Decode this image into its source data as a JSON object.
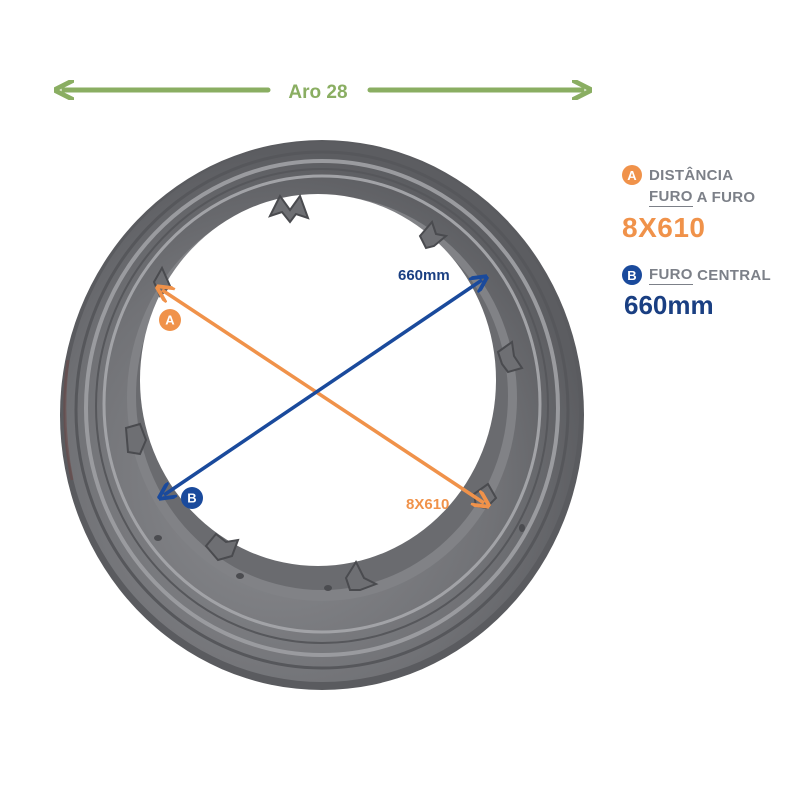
{
  "dimension": {
    "label": "Aro 28",
    "color": "#8aae62"
  },
  "diagram": {
    "marker_a": "A",
    "marker_b": "B",
    "label_b_line": "660mm",
    "label_a_line": "8X610",
    "color_a": "#f0924a",
    "color_b": "#1a4a9c"
  },
  "legend": {
    "a": {
      "marker": "A",
      "title_line1": "DISTÂNCIA",
      "title_line2_part1": "FURO",
      "title_line2_part2": " A FURO",
      "value": "8X610"
    },
    "b": {
      "marker": "B",
      "title_part1": "FURO",
      "title_part2": " CENTRAL",
      "value": "660mm"
    }
  },
  "image": {
    "subject": "wheel-rim",
    "rim_color": "#6e6f72",
    "lug_count": 8
  }
}
